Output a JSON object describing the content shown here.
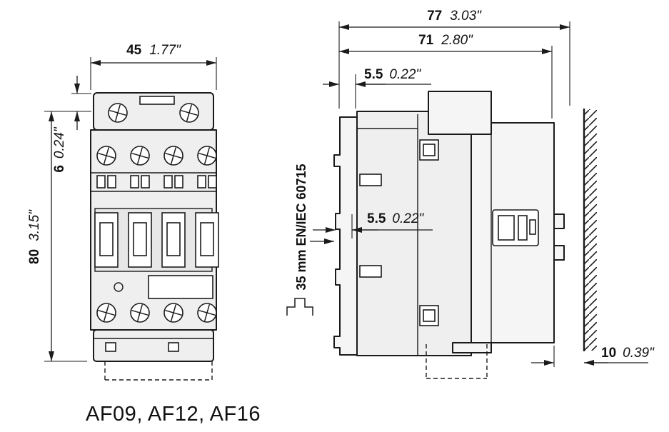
{
  "caption": "AF09, AF12, AF16",
  "dims": {
    "front_width": {
      "mm": "45",
      "in": "1.77\""
    },
    "front_top_offset": {
      "mm": "6",
      "in": "0.24\""
    },
    "front_height": {
      "mm": "80",
      "in": "3.15\""
    },
    "side_depth_total": {
      "mm": "77",
      "in": "3.03\""
    },
    "side_depth_body": {
      "mm": "71",
      "in": "2.80\""
    },
    "side_offset_top": {
      "mm": "5.5",
      "in": "0.22\""
    },
    "side_offset_mid": {
      "mm": "5.5",
      "in": "0.22\""
    },
    "wall_clearance": {
      "mm": "10",
      "in": "0.39\""
    },
    "din_rail": "35 mm EN/IEC 60715"
  }
}
